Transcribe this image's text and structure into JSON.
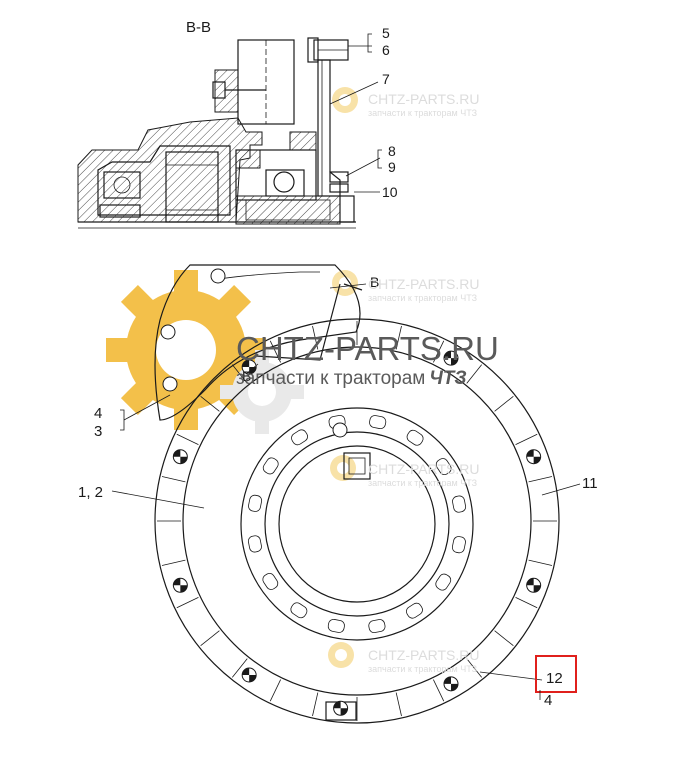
{
  "section_title": "B-B",
  "callouts": {
    "c5": "5",
    "c6": "6",
    "c7": "7",
    "c8": "8",
    "c9": "9",
    "c10": "10",
    "c4_top": "4",
    "c3": "3",
    "c1_2": "1, 2",
    "c11": "11",
    "c12": "12",
    "c4_bottom": "4",
    "section_mark_top": "B",
    "section_mark_bottom": "B"
  },
  "watermark": {
    "brand": "CHTZ-PARTS.RU",
    "tagline": "запчасти к тракторам",
    "tagline_brand": "ЧТЗ"
  },
  "colors": {
    "line": "#1a1a1a",
    "highlight_box": "#e0201c",
    "watermark_gear": "#f3c04a",
    "watermark_gear_light": "#f8e2a8",
    "watermark_gray": "#dcdcdc"
  }
}
